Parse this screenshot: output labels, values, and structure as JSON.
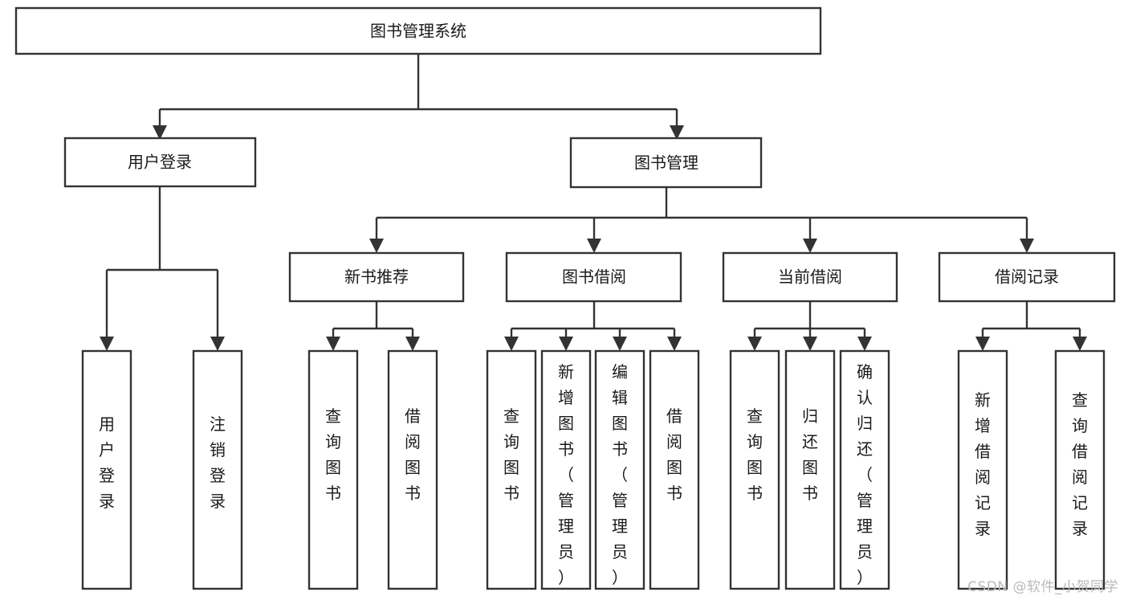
{
  "diagram": {
    "title_node": {
      "label": "图书管理系统"
    },
    "level2": [
      {
        "label": "用户登录"
      },
      {
        "label": "图书管理"
      }
    ],
    "level3": [
      {
        "label": "新书推荐"
      },
      {
        "label": "图书借阅"
      },
      {
        "label": "当前借阅"
      },
      {
        "label": "借阅记录"
      }
    ],
    "leaves": {
      "user_login": [
        {
          "label": "用户登录"
        },
        {
          "label": "注销登录"
        }
      ],
      "new_book_recommend": [
        {
          "label": "查询图书"
        },
        {
          "label": "借阅图书"
        }
      ],
      "book_borrow": [
        {
          "label": "查询图书"
        },
        {
          "label": "新增图书（管理员）"
        },
        {
          "label": "编辑图书（管理员）"
        },
        {
          "label": "借阅图书"
        }
      ],
      "current_borrow": [
        {
          "label": "查询图书"
        },
        {
          "label": "归还图书"
        },
        {
          "label": "确认归还（管理员）"
        }
      ],
      "borrow_record": [
        {
          "label": "新增借阅记录"
        },
        {
          "label": "查询借阅记录"
        }
      ]
    }
  },
  "watermark": {
    "text": "CSDN @软件_小贺同学"
  },
  "colors": {
    "box_stroke": "#333333",
    "box_fill": "#ffffff",
    "text": "#1a1a1a",
    "watermark": "#b9b9b9",
    "background": "#ffffff"
  }
}
